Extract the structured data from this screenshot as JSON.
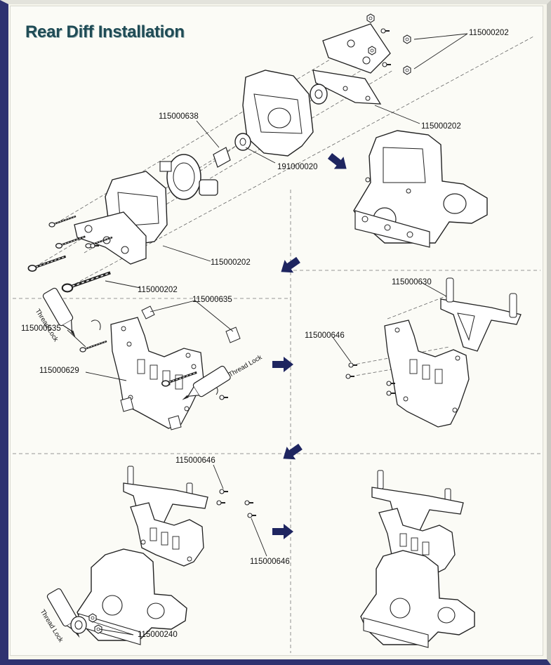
{
  "page_title": "Rear Diff Installation",
  "accent_color": "#1e2560",
  "frame_color": "#2e3270",
  "callouts": [
    {
      "id": "c1",
      "text": "115000202"
    },
    {
      "id": "c2",
      "text": "115000202"
    },
    {
      "id": "c3",
      "text": "115000638"
    },
    {
      "id": "c4",
      "text": "191000020"
    },
    {
      "id": "c5",
      "text": "115000202"
    },
    {
      "id": "c6",
      "text": "115000202"
    },
    {
      "id": "c7",
      "text": "115000635"
    },
    {
      "id": "c8",
      "text": "115000635"
    },
    {
      "id": "c9",
      "text": "115000629"
    },
    {
      "id": "c10",
      "text": "115000630"
    },
    {
      "id": "c11",
      "text": "115000646"
    },
    {
      "id": "c12",
      "text": "115000646"
    },
    {
      "id": "c13",
      "text": "115000646"
    },
    {
      "id": "c14",
      "text": "115000240"
    }
  ],
  "thread_lock_tags": [
    "Thread Lock",
    "Thread Lock",
    "Thread Lock"
  ],
  "step_arrows": [
    "arrow-right",
    "arrow-down-left"
  ],
  "icons": [
    "arrow-icon",
    "thread-lock-bottle-icon",
    "screw-icon",
    "nut-icon"
  ]
}
